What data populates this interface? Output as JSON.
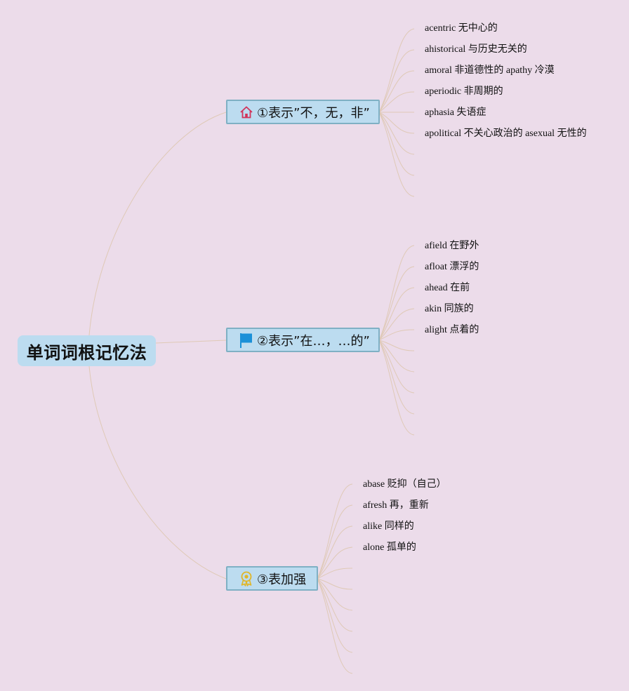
{
  "root": {
    "label": "单词词根记忆法"
  },
  "branches": [
    {
      "label": "①表示”不，无，非”",
      "icon": "home-icon",
      "items": [
        "acentric 无中心的",
        "ahistorical 与历史无关的",
        "amoral 非道德性的 apathy 冷漠",
        "aperiodic 非周期的",
        "aphasia 失语症",
        "apolitical 不关心政治的 asexual 无性的"
      ]
    },
    {
      "label": "②表示”在…，…的”",
      "icon": "flag-icon",
      "items": [
        "afield 在野外",
        "afloat 漂浮的",
        "ahead 在前",
        "akin 同族的",
        "alight 点着的"
      ]
    },
    {
      "label": "③表加强",
      "icon": "award-ribbon-icon",
      "items": [
        "abase 贬抑（自己）",
        "afresh 再，重新",
        "alike 同样的",
        "alone 孤单的"
      ]
    }
  ],
  "colors": {
    "background": "#ecdcea",
    "node_fill": "#bcdcf0",
    "node_border": "#7fb0c4",
    "connector": "#dfc9b6",
    "home_icon": "#d2335a",
    "flag_icon": "#1a90d8",
    "award_icon": "#e0b628"
  }
}
